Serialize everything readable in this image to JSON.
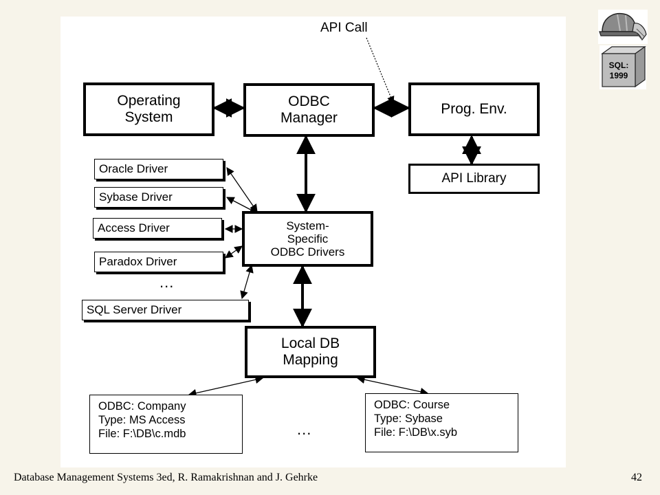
{
  "diagram": {
    "api_call": "API Call",
    "operating_system": [
      "Operating",
      "System"
    ],
    "odbc_manager": [
      "ODBC",
      "Manager"
    ],
    "prog_env": "Prog. Env.",
    "api_library": "API Library",
    "drivers": [
      "Oracle Driver",
      "Sybase Driver",
      "Access Driver",
      "Paradox Driver"
    ],
    "drivers_ellipsis": "...",
    "sql_server_driver": "SQL Server Driver",
    "system_drivers": [
      "System-",
      "Specific",
      "ODBC Drivers"
    ],
    "local_db_mapping": [
      "Local DB",
      "Mapping"
    ],
    "db_company": [
      "ODBC: Company",
      "Type: MS Access",
      "File: F:\\DB\\c.mdb"
    ],
    "db_course": [
      "ODBC: Course",
      "Type: Sybase",
      "File: F:\\DB\\x.syb"
    ],
    "db_ellipsis": "..."
  },
  "logo": {
    "text_line1": "SQL:",
    "text_line2": "1999"
  },
  "footer": {
    "left": "Database Management Systems 3ed,  R. Ramakrishnan and J. Gehrke",
    "page": "42"
  }
}
